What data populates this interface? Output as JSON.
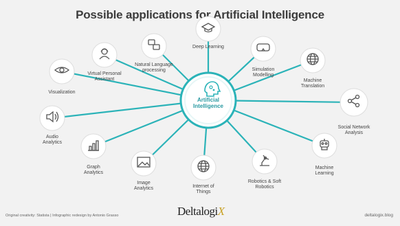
{
  "title": "Possible applications for Artificial Intelligence",
  "center": {
    "label": "Artificial\nIntelligence",
    "icon": "ai-head-icon"
  },
  "nodes": [
    {
      "id": "deep-learning",
      "label": "Deep Learning",
      "icon": "graduation-cap-icon"
    },
    {
      "id": "natural-language",
      "label": "Natural Language\nprocessing",
      "icon": "speech-bubbles-icon"
    },
    {
      "id": "virtual-assistant",
      "label": "Virtual Personal\nAssistant",
      "icon": "person-headset-icon"
    },
    {
      "id": "visualization",
      "label": "Visualization",
      "icon": "eye-icon"
    },
    {
      "id": "audio-analytics",
      "label": "Audio\nAnalytics",
      "icon": "speaker-icon"
    },
    {
      "id": "graph-analytics",
      "label": "Graph\nAnalytics",
      "icon": "bar-chart-icon"
    },
    {
      "id": "image-analytics",
      "label": "Image\nAnalytics",
      "icon": "image-icon"
    },
    {
      "id": "internet-of-things",
      "label": "Internet of\nThings",
      "icon": "globe-icon"
    },
    {
      "id": "robotics",
      "label": "Robotics & Soft\nRobotics",
      "icon": "robot-arm-icon"
    },
    {
      "id": "machine-learning",
      "label": "Machine\nLearning",
      "icon": "robot-icon"
    },
    {
      "id": "social-network",
      "label": "Social Network\nAnalysis",
      "icon": "share-icon"
    },
    {
      "id": "machine-translation",
      "label": "Machine\nTranslation",
      "icon": "world-icon"
    },
    {
      "id": "simulation",
      "label": "Simulation\nModelling",
      "icon": "vr-headset-icon"
    }
  ],
  "footer": {
    "credit": "Original creativity: Statista | Infographic redesign by Antonio Grasso",
    "logo_main": "Deltalogi",
    "logo_x": "X",
    "site": "deltalogix.blog"
  },
  "colors": {
    "accent": "#2bb3b8",
    "node_fill": "#ffffff",
    "node_stroke": "#dddddd",
    "icon": "#555555",
    "center_ring": "#2bb3b8"
  }
}
